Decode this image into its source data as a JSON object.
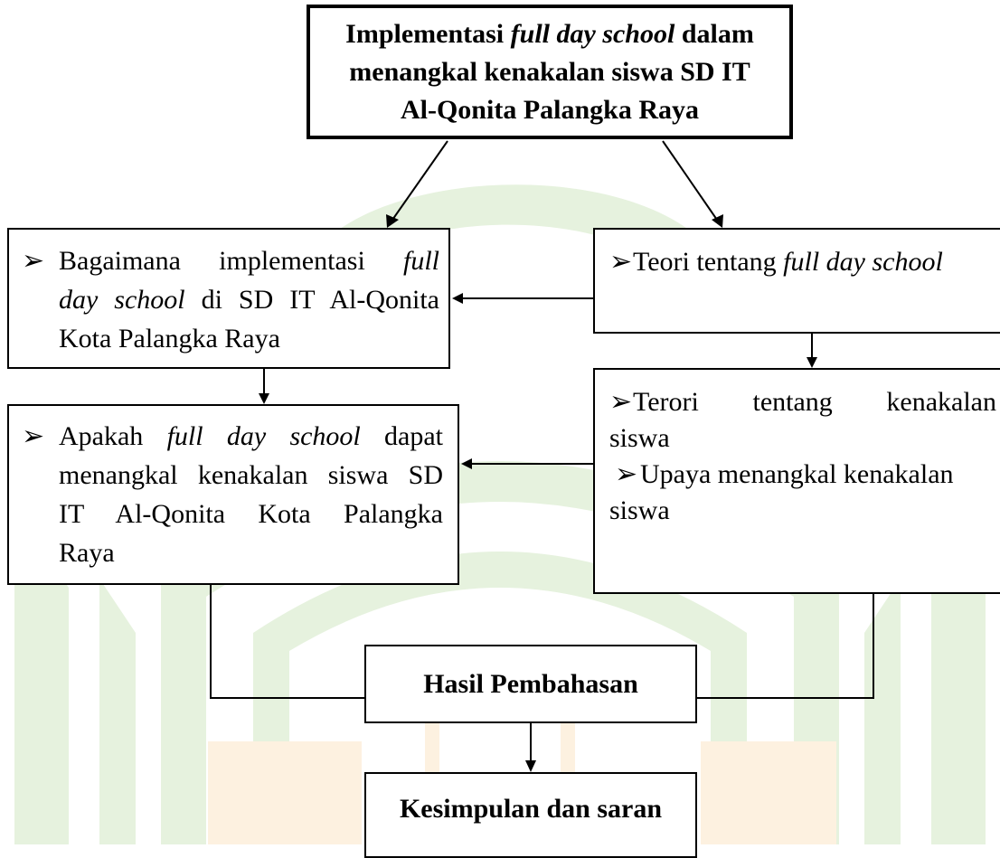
{
  "colors": {
    "watermark_green": "#e6f2de",
    "watermark_orange": "#fdf1e0",
    "line": "#000000"
  },
  "title": {
    "line1_pre": "Implementasi ",
    "line1_italic": "full day school",
    "line1_post": " dalam",
    "line2": "menangkal kenakalan siswa SD IT",
    "line3": "Al-Qonita Palangka Raya"
  },
  "question1": {
    "bullet": "➢",
    "line1_pre": "Bagaimana implementasi ",
    "line1_italic": "full",
    "line2_italic": "day school",
    "line2_post": " di SD IT Al-Qonita",
    "line3": "Kota Palangka Raya"
  },
  "question2": {
    "bullet": "➢",
    "line1_pre": "Apakah ",
    "line1_italic": "full day school",
    "line1_post": " dapat",
    "line2": "menangkal kenakalan siswa SD",
    "line3": "IT Al-Qonita Kota Palangka",
    "line4": "Raya"
  },
  "theory1": {
    "bullet": "➢",
    "pre": "Teori tentang ",
    "italic": "full day school"
  },
  "theory2": {
    "items": [
      {
        "bullet": "➢",
        "line1": "Terori tentang kenakalan",
        "line2": "siswa"
      },
      {
        "bullet": "➢",
        "line1": "Upaya menangkal kenakalan",
        "line2": "siswa"
      }
    ]
  },
  "result": {
    "label": "Hasil Pembahasan"
  },
  "conclusion": {
    "label": "Kesimpulan dan saran"
  }
}
